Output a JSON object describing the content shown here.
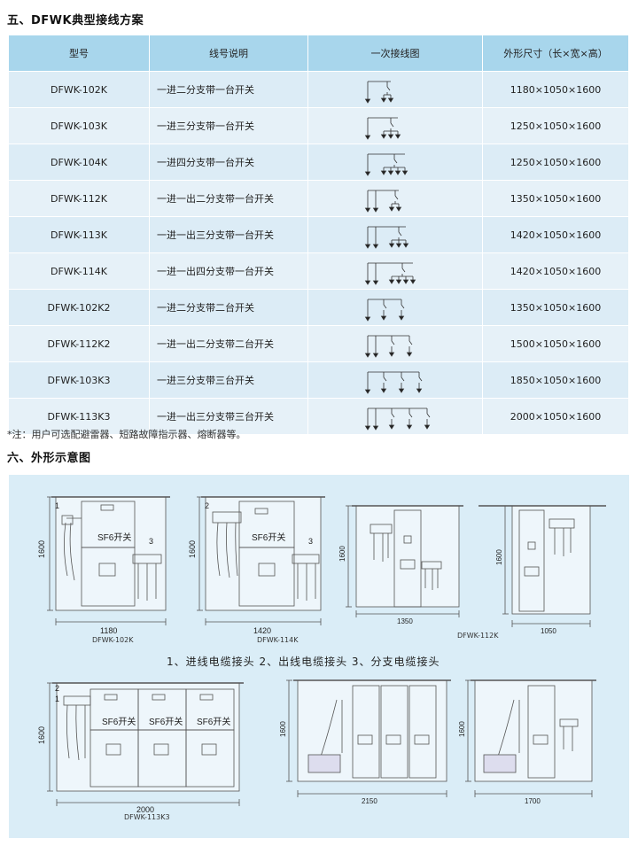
{
  "section5_title": "五、DFWK典型接线方案",
  "table": {
    "headers": [
      "型号",
      "线号说明",
      "一次接线图",
      "外形尺寸（长×宽×高）"
    ],
    "rows": [
      {
        "model": "DFWK-102K",
        "desc": "一进二分支带一台开关",
        "dims": "1180×1050×1600"
      },
      {
        "model": "DFWK-103K",
        "desc": "一进三分支带一台开关",
        "dims": "1250×1050×1600"
      },
      {
        "model": "DFWK-104K",
        "desc": "一进四分支带一台开关",
        "dims": "1250×1050×1600"
      },
      {
        "model": "DFWK-112K",
        "desc": "一进一出二分支带一台开关",
        "dims": "1350×1050×1600"
      },
      {
        "model": "DFWK-113K",
        "desc": "一进一出三分支带一台开关",
        "dims": "1420×1050×1600"
      },
      {
        "model": "DFWK-114K",
        "desc": "一进一出四分支带一台开关",
        "dims": "1420×1050×1600"
      },
      {
        "model": "DFWK-102K2",
        "desc": "一进二分支带二台开关",
        "dims": "1350×1050×1600"
      },
      {
        "model": "DFWK-112K2",
        "desc": "一进一出二分支带二台开关",
        "dims": "1500×1050×1600"
      },
      {
        "model": "DFWK-103K3",
        "desc": "一进三分支带三台开关",
        "dims": "1850×1050×1600"
      },
      {
        "model": "DFWK-113K3",
        "desc": "一进一出三分支带三台开关",
        "dims": "2000×1050×1600"
      }
    ]
  },
  "note": "*注：用户可选配避雷器、短路故障指示器、熔断器等。",
  "section6_title": "六、外形示意图",
  "legend": "1、进线电缆接头    2、出线电缆接头    3、分支电缆接头",
  "figures": {
    "f1": {
      "caption": "DFWK-102K",
      "width": "1180",
      "height": "1600",
      "label": "SF6开关",
      "n1": "1",
      "n3": "3"
    },
    "f2": {
      "caption": "DFWK-114K",
      "width": "1420",
      "height": "1600",
      "label": "SF6开关",
      "n2": "2",
      "n3": "3"
    },
    "f3": {
      "caption": "DFWK-112K",
      "width": "1350",
      "height": "1600"
    },
    "f4": {
      "width": "1050",
      "height": "1600"
    },
    "f5": {
      "caption": "DFWK-113K3",
      "width": "2000",
      "height": "1600",
      "label": "SF6开关",
      "n2": "2",
      "n1": "1"
    },
    "f6": {
      "width": "2150",
      "height": "1600"
    },
    "f7": {
      "width": "1700",
      "height": "1600"
    }
  }
}
